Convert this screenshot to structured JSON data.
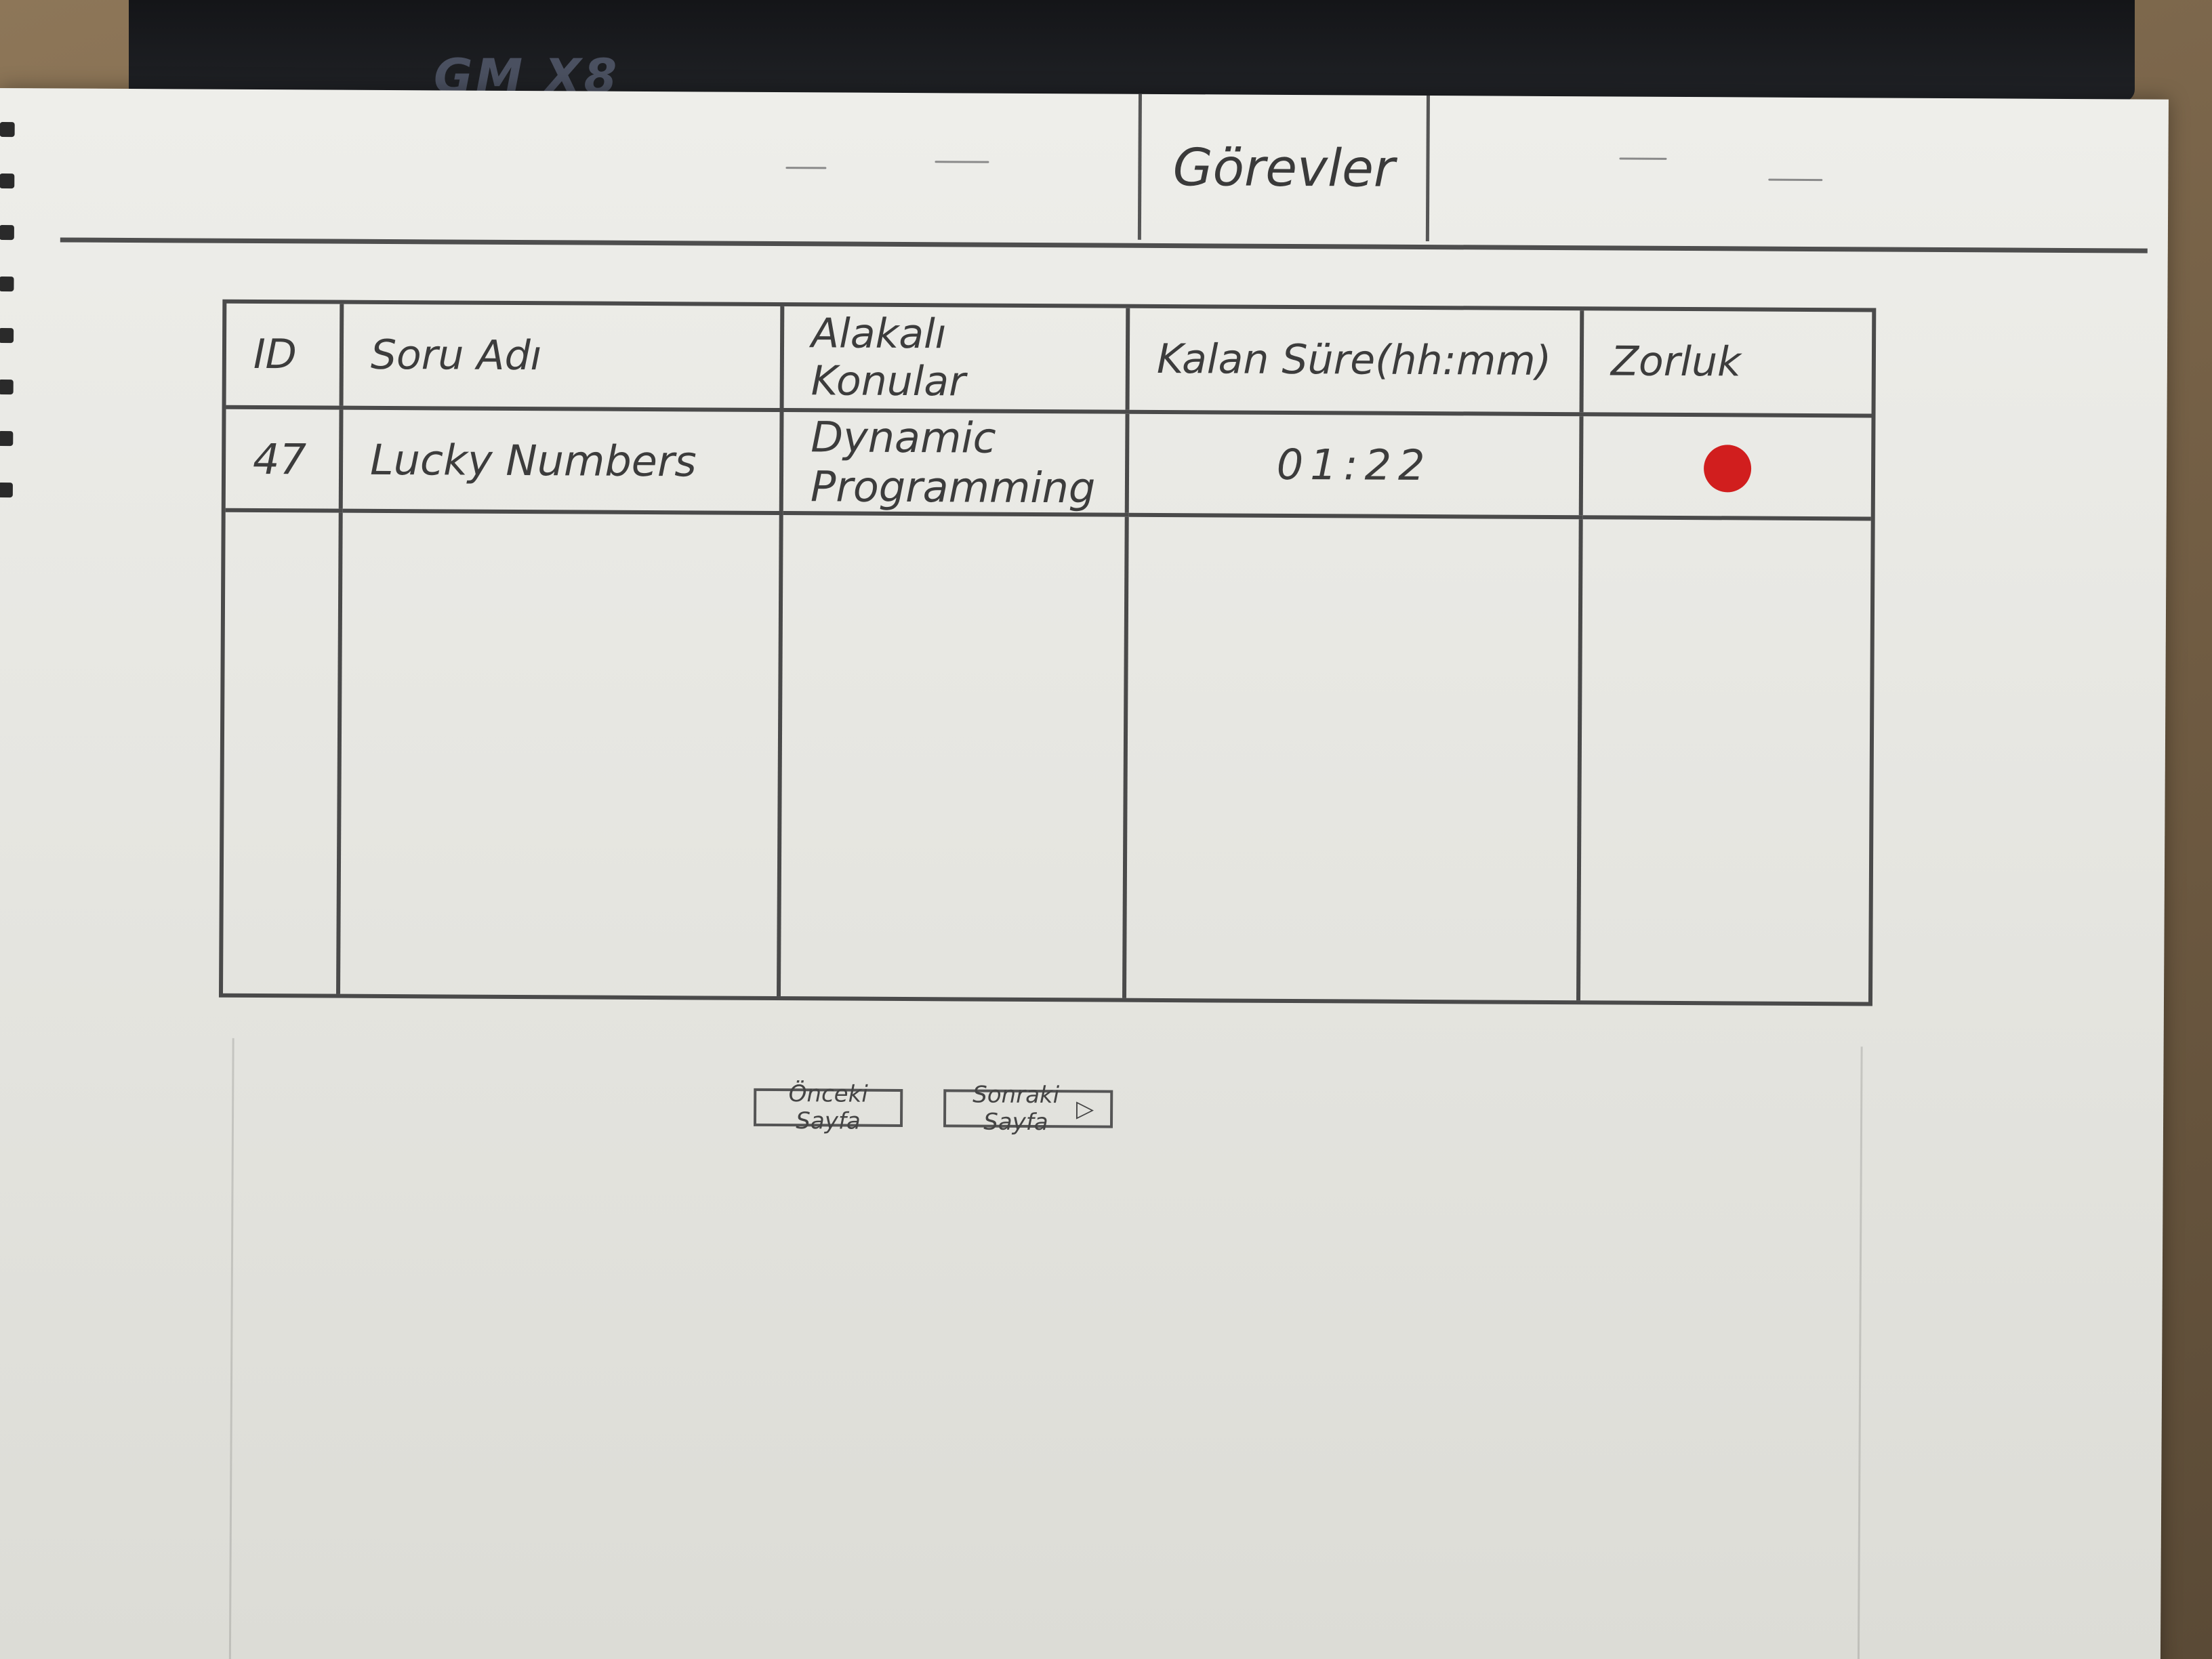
{
  "background": {
    "laptop_label": "GM X8"
  },
  "nav": {
    "tab_label": "Görevler"
  },
  "table": {
    "headers": [
      "ID",
      "Soru Adı",
      "Alakalı Konular",
      "Kalan Süre(hh:mm)",
      "Zorluk"
    ],
    "rows": [
      {
        "id": "47",
        "name": "Lucky Numbers",
        "topics": "Dynamic Programming",
        "remaining": "01:22",
        "difficulty_color": "#d11e1e"
      }
    ]
  },
  "pager": {
    "prev_label": "Önceki Sayfa",
    "next_label": "Sonraki Sayfa",
    "next_icon": "arrow-right-icon"
  },
  "colors": {
    "ink": "#4a4a4a",
    "paper": "#eeeeea",
    "difficulty_hard": "#d11e1e"
  }
}
